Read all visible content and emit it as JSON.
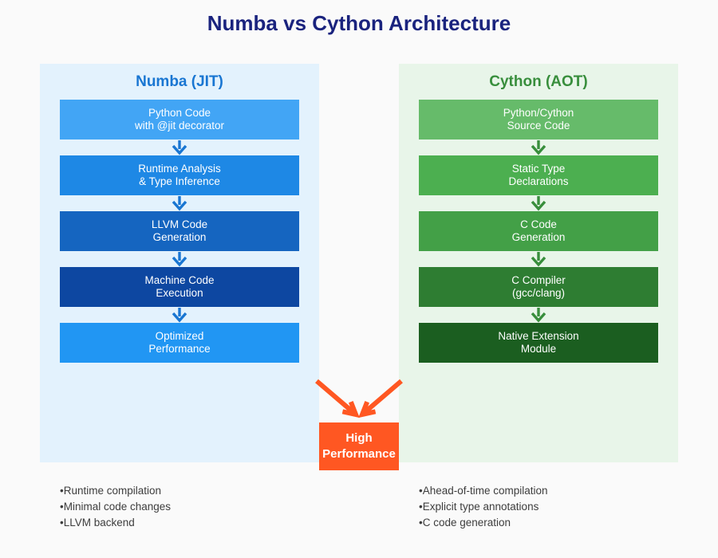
{
  "title": "Numba vs Cython Architecture",
  "title_color": "#1a237e",
  "background_color": "#fafafa",
  "numba": {
    "header": "Numba (JIT)",
    "header_color": "#1976d2",
    "panel_color": "#e3f2fd",
    "arrow_color": "#1976d2",
    "text_color": "#ffffff",
    "boxes": [
      {
        "line1": "Python Code",
        "line2": "with @jit decorator",
        "color": "#42a5f5"
      },
      {
        "line1": "Runtime Analysis",
        "line2": "& Type Inference",
        "color": "#1e88e5"
      },
      {
        "line1": "LLVM Code",
        "line2": "Generation",
        "color": "#1565c0"
      },
      {
        "line1": "Machine Code",
        "line2": "Execution",
        "color": "#0d47a1"
      },
      {
        "line1": "Optimized",
        "line2": "Performance",
        "color": "#2196f3"
      }
    ],
    "features": [
      "Runtime compilation",
      "Minimal code changes",
      "LLVM backend"
    ]
  },
  "cython": {
    "header": "Cython (AOT)",
    "header_color": "#388e3c",
    "panel_color": "#e8f5e9",
    "arrow_color": "#388e3c",
    "text_color": "#ffffff",
    "boxes": [
      {
        "line1": "Python/Cython",
        "line2": "Source Code",
        "color": "#66bb6a"
      },
      {
        "line1": "Static Type",
        "line2": "Declarations",
        "color": "#4caf50"
      },
      {
        "line1": "C Code",
        "line2": "Generation",
        "color": "#43a047"
      },
      {
        "line1": "C Compiler",
        "line2": "(gcc/clang)",
        "color": "#2e7d32"
      },
      {
        "line1": "Native Extension",
        "line2": "Module",
        "color": "#1b5e20"
      }
    ],
    "features": [
      "Ahead-of-time compilation",
      "Explicit type annotations",
      "C code generation"
    ]
  },
  "center": {
    "line1": "High",
    "line2": "Performance",
    "box_color": "#ff5722",
    "arrow_color": "#ff5722",
    "text_color": "#ffffff"
  },
  "features_text_color": "#3d3d3d"
}
